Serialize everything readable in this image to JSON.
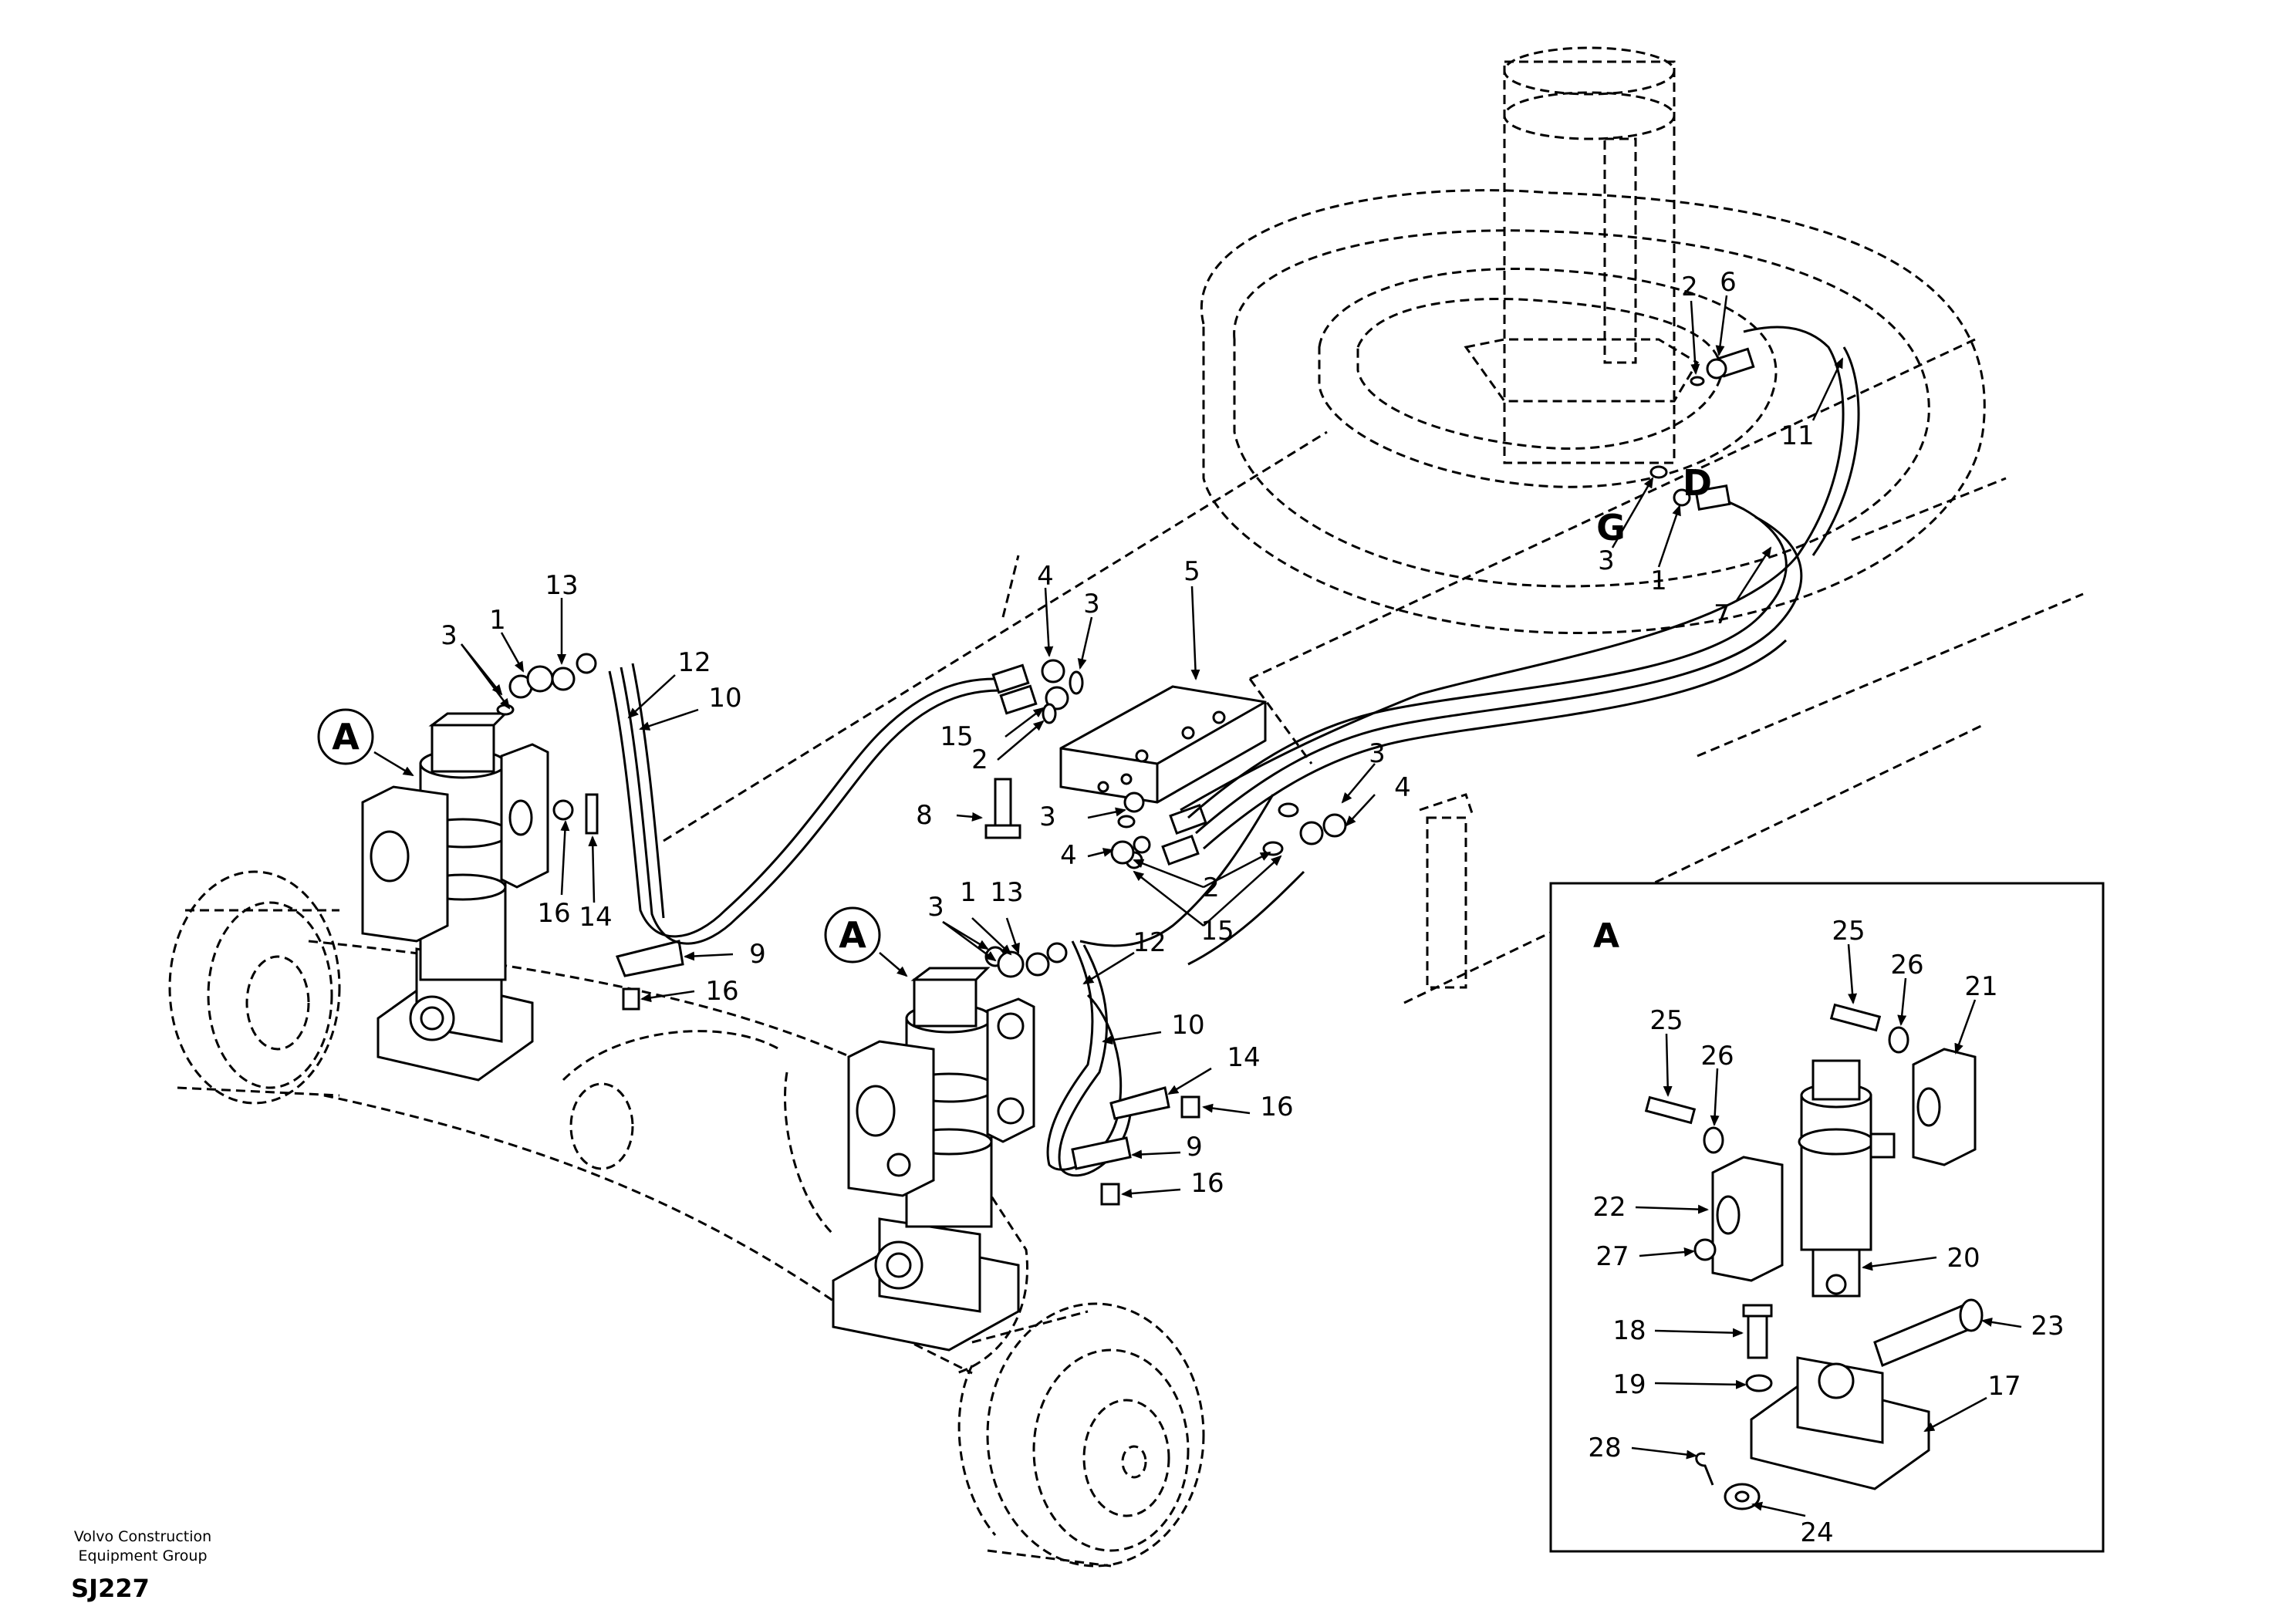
{
  "labels": {
    "callout_A": "A",
    "port_G": "G",
    "port_D": "D",
    "inset_title": "A"
  },
  "footer": {
    "company_line1": "Volvo Construction",
    "company_line2": "Equipment Group",
    "code": "SJ227"
  },
  "callouts": {
    "n1": "1",
    "n2": "2",
    "n3": "3",
    "n4": "4",
    "n5": "5",
    "n6": "6",
    "n7": "7",
    "n8": "8",
    "n9": "9",
    "n10": "10",
    "n11": "11",
    "n12": "12",
    "n13": "13",
    "n14": "14",
    "n15": "15",
    "n16": "16",
    "n17": "17",
    "n18": "18",
    "n19": "19",
    "n20": "20",
    "n21": "21",
    "n22": "22",
    "n23": "23",
    "n24": "24",
    "n25": "25",
    "n26": "26",
    "n27": "27",
    "n28": "28"
  }
}
